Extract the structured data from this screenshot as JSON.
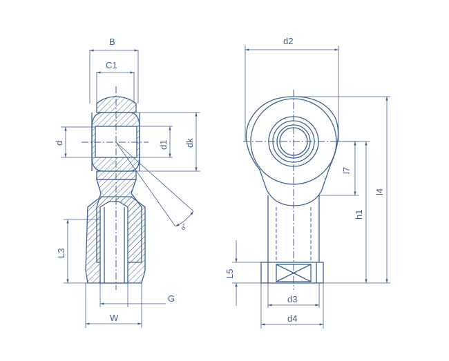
{
  "diagram": {
    "labels": {
      "B": "B",
      "C1": "C1",
      "d": "d",
      "d1": "d1",
      "dk": "dk",
      "alpha": "α°",
      "L3": "L3",
      "G": "G",
      "W": "W",
      "d2": "d2",
      "l7": "l7",
      "h1": "h1",
      "l4": "l4",
      "L5": "L5",
      "d3": "d3",
      "d4": "d4"
    },
    "colors": {
      "line": "#3a5f91",
      "background": "#ffffff"
    }
  }
}
